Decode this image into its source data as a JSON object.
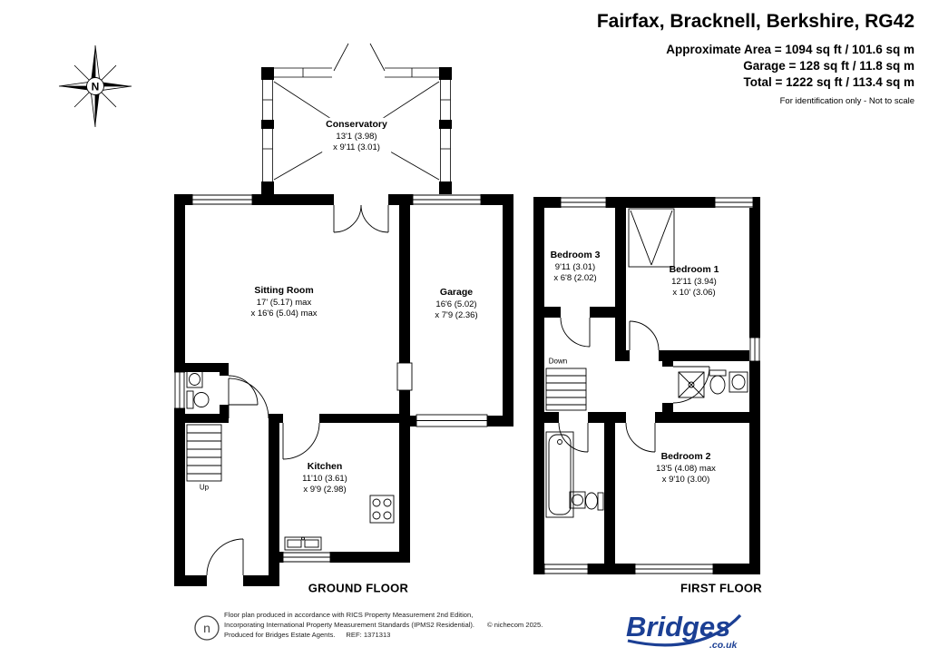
{
  "header": {
    "title": "Fairfax, Bracknell, Berkshire, RG42",
    "area_lines": [
      "Approximate Area = 1094 sq ft / 101.6 sq m",
      "Garage = 128 sq ft / 11.8 sq m",
      "Total = 1222 sq ft / 113.4 sq m"
    ],
    "note": "For identification only - Not to scale"
  },
  "compass": {
    "north_label": "N"
  },
  "floors": {
    "ground": {
      "label": "GROUND FLOOR",
      "stairs": "Up",
      "rooms": {
        "conservatory": {
          "name": "Conservatory",
          "dim1": "13'1 (3.98)",
          "dim2": "x 9'11 (3.01)"
        },
        "sitting_room": {
          "name": "Sitting Room",
          "dim1": "17' (5.17) max",
          "dim2": "x 16'6 (5.04) max"
        },
        "garage": {
          "name": "Garage",
          "dim1": "16'6 (5.02)",
          "dim2": "x 7'9 (2.36)"
        },
        "kitchen": {
          "name": "Kitchen",
          "dim1": "11'10 (3.61)",
          "dim2": "x 9'9 (2.98)"
        }
      }
    },
    "first": {
      "label": "FIRST FLOOR",
      "stairs": "Down",
      "rooms": {
        "bedroom3": {
          "name": "Bedroom 3",
          "dim1": "9'11 (3.01)",
          "dim2": "x 6'8 (2.02)"
        },
        "bedroom1": {
          "name": "Bedroom 1",
          "dim1": "12'11 (3.94)",
          "dim2": "x 10' (3.06)"
        },
        "bedroom2": {
          "name": "Bedroom 2",
          "dim1": "13'5 (4.08) max",
          "dim2": "x 9'10 (3.00)"
        }
      }
    }
  },
  "footer": {
    "disclaimer_line1": "Floor plan produced in accordance with RICS Property Measurement 2nd Edition,",
    "disclaimer_line2": "Incorporating International Property Measurement Standards (IPMS2 Residential).",
    "copyright": "© nichecom 2025.",
    "produced": "Produced for Bridges Estate Agents.",
    "ref": "REF:  1371313",
    "icon_letter": "n",
    "brand": {
      "name": "Bridges",
      "suffix": ".co.uk",
      "color": "#1b3f94"
    }
  }
}
